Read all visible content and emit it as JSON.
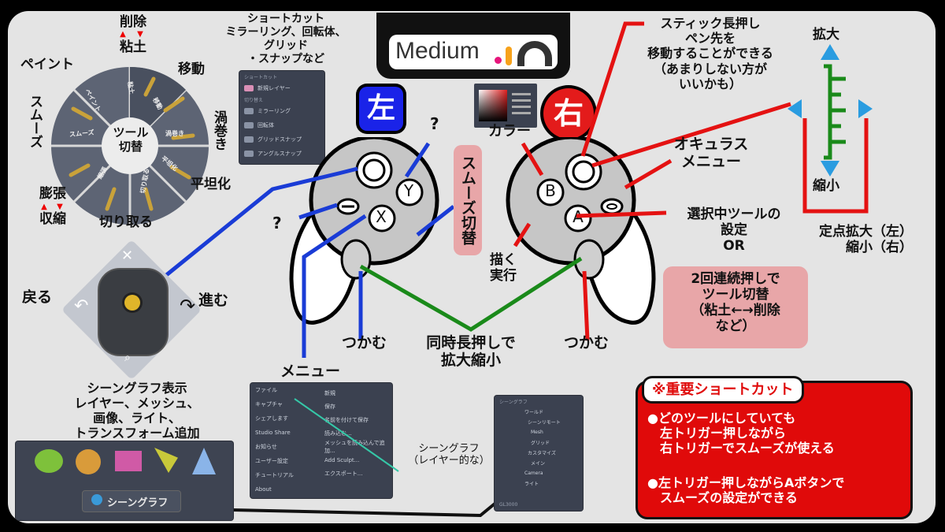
{
  "brand": {
    "name": "Medium",
    "logo_colors": [
      "#e6157b",
      "#f7a21b",
      "#ffffff"
    ]
  },
  "sides": {
    "left": "左",
    "right": "右"
  },
  "colors": {
    "left_badge": "#1a23e8",
    "right_badge": "#e31b1b",
    "line_blue": "#1a3cd6",
    "line_red": "#e41212",
    "line_green": "#1a8a1a",
    "shortcut_box": "#e00a0a",
    "pink_box": "#e8a6a8"
  },
  "tool_wheel": {
    "center": "ツール\n切替",
    "segments": [
      "粘土",
      "移動",
      "渦巻き",
      "平坦化",
      "切り取る",
      "縮張",
      "スムーズ",
      "ペイント"
    ],
    "labels": {
      "delete": "削除",
      "clay": "粘土",
      "paint": "ペイント",
      "move": "移動",
      "smooth": "スムーズ",
      "swirl": "渦巻き",
      "flatten": "平坦化",
      "inflate": "膨張",
      "contract": "収縮",
      "cut": "切り取る"
    },
    "arrow_up": "▲",
    "arrow_down": "▼"
  },
  "shortcut_menu_caption": "ショートカット\nミラーリング、回転体、\nグリッド\n・スナップなど",
  "shortcut_menu": {
    "header": "ショートカット",
    "top_item": "新規レイヤー",
    "section": "切り替え",
    "items": [
      "ミラーリング",
      "回転体",
      "グリッドスナップ",
      "アングルスナップ"
    ]
  },
  "left_controller": {
    "question_1": "?",
    "question_2": "?",
    "smooth_toggle": "スムーズ切替",
    "grab": "つかむ",
    "menu": "メニュー",
    "btn_y": "Y",
    "btn_x": "X"
  },
  "dpad": {
    "back": "戻る",
    "forward": "進む"
  },
  "right_controller": {
    "color": "カラー",
    "stick_note": "スティック長押し\nペン先を\n移動することができる\n（あまりしない方が\nいいかも）",
    "oculus_menu": "オキュラス\nメニュー",
    "tool_settings": "選択中ツールの\n設定\nOR",
    "double_press": "2回連続押しで\nツール切替\n（粘土←→削除\nなど）",
    "draw": "描く\n実行",
    "grab": "つかむ",
    "btn_b": "B",
    "btn_a": "A"
  },
  "both": {
    "zoom": "同時長押しで\n拡大縮小"
  },
  "zoom_axis": {
    "zoom_in": "拡大",
    "zoom_out": "縮小",
    "fixed": "定点拡大（左）\n縮小（右）"
  },
  "scene_caption": "シーングラフ表示\nレイヤー、メッシュ、\n画像、ライト、\nトランスフォーム追加",
  "scene_bar_label": "シーングラフ",
  "main_menu": {
    "left_items": [
      "ファイル",
      "キャプチャ",
      "シェアします",
      "Studio Share",
      "お知らせ",
      "ユーザー設定",
      "チュートリアル",
      "About"
    ],
    "right_items": [
      "新規",
      "保存",
      "名前を付けて保存",
      "読み込む...",
      "メッシュを読み込んで追加...",
      "Add Sculpt...",
      "エクスポート..."
    ]
  },
  "layer_caption": "シーングラフ\n（レイヤー的な）",
  "layer_panel": {
    "title": "シーングラフ",
    "rows": [
      "ワールド",
      "シーンリモート",
      "Mesh",
      "グリッド",
      "カスタマイズ",
      "メイン",
      "Camera",
      "ライト"
    ],
    "footer": "GL3000"
  },
  "important": {
    "title": "※重要ショートカット",
    "items": [
      "●どのツールにしていても\n　左トリガー押しながら\n　右トリガーでスムーズが使える",
      "●左トリガー押しながらAボタンで\n　スムーズの設定ができる"
    ]
  }
}
